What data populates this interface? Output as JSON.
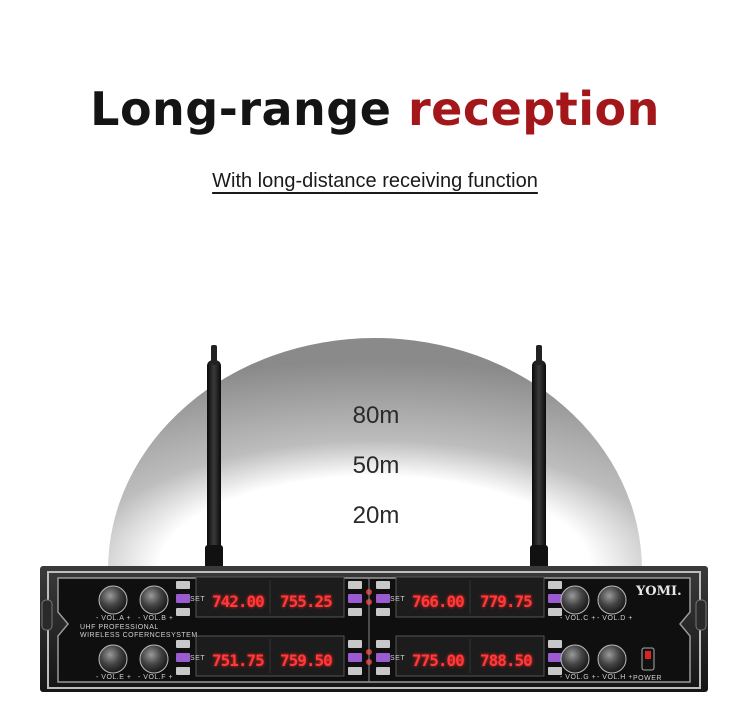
{
  "headline": {
    "part1": "Long-range",
    "part2": "reception"
  },
  "subtitle": "With long-distance receiving function",
  "ranges": [
    "80m",
    "50m",
    "20m"
  ],
  "device": {
    "brand": "YOMI.",
    "model_line1": "UHF PROFESSIONAL",
    "model_line2": "WIRELESS COFERNCESYSTEM",
    "power_label": "POWER",
    "set_label": "SET",
    "channels": [
      {
        "freq": "742.00",
        "vol_label": "- VOL.A +"
      },
      {
        "freq": "755.25",
        "vol_label": "- VOL.B +"
      },
      {
        "freq": "766.00",
        "vol_label": "- VOL.C +"
      },
      {
        "freq": "779.75",
        "vol_label": "- VOL.D +"
      },
      {
        "freq": "751.75",
        "vol_label": "- VOL.E +"
      },
      {
        "freq": "759.50",
        "vol_label": "- VOL.F +"
      },
      {
        "freq": "775.00",
        "vol_label": "- VOL.G +"
      },
      {
        "freq": "788.50",
        "vol_label": "- VOL.H +"
      }
    ]
  },
  "colors": {
    "accent_red": "#a3171a",
    "lcd_red": "#ff3a3a",
    "arc_gray": "#8c8c8c"
  }
}
